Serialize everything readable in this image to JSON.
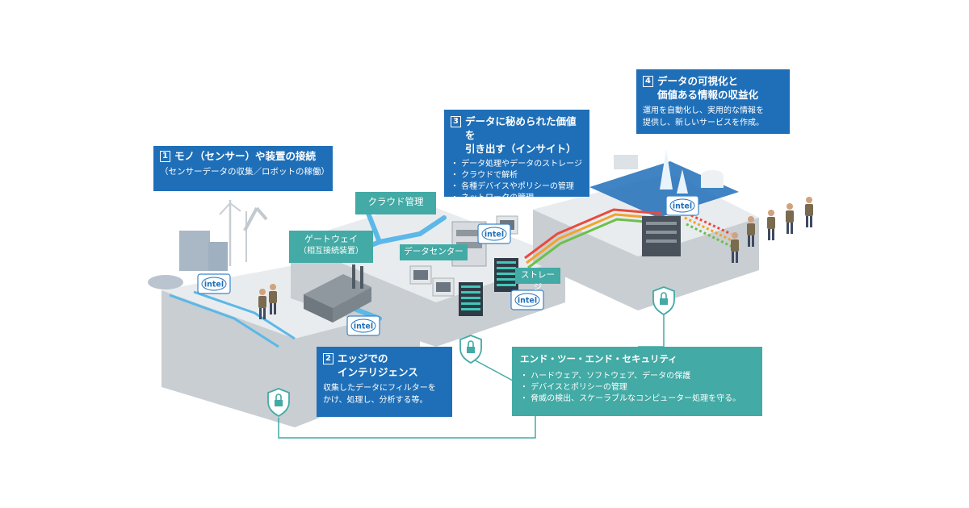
{
  "box1": {
    "num": "1",
    "title": "モノ（センサー）や装置の接続",
    "subtitle": "（センサーデータの収集／ロボットの稼働）"
  },
  "box2": {
    "num": "2",
    "title_l1": "エッジでの",
    "title_l2": "インテリジェンス",
    "desc_l1": "収集したデータにフィルターを",
    "desc_l2": "かけ、処理し、分析する等。"
  },
  "box3": {
    "num": "3",
    "title_l1": "データに秘められた価値を",
    "title_l2": "引き出す（インサイト）",
    "items": [
      "・ データ処理やデータのストレージ",
      "・ クラウドで解析",
      "・ 各種デバイスやポリシーの管理",
      "・ ネットワークの管理"
    ]
  },
  "box4": {
    "num": "4",
    "title_l1": "データの可視化と",
    "title_l2": "価値ある情報の収益化",
    "desc_l1": "運用を自動化し、実用的な情報を",
    "desc_l2": "提供し、新しいサービスを作成。"
  },
  "security": {
    "title": "エンド・ツー・エンド・セキュリティ",
    "items": [
      "・ ハードウェア、ソフトウェア、データの保護",
      "・ デバイスとポリシーの管理",
      "・ 脅威の検出、スケーラブルなコンピューター処理を守る。"
    ]
  },
  "gateway": {
    "label": "ゲートウェイ",
    "sublabel": "（相互接続装置）"
  },
  "cloud_label": "クラウド管理",
  "datacenter_label": "データセンター",
  "storage_label": "ストレージ",
  "logo_text": "intel",
  "colors": {
    "blue": "#1f6fb8",
    "teal": "#43aaa5",
    "platform_top": "#e9ecee",
    "platform_side": "#c9ced2",
    "conveyor": "#5bb8e8"
  }
}
